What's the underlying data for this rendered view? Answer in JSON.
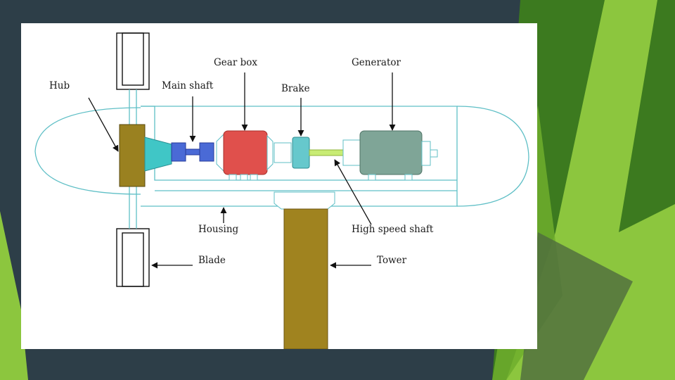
{
  "colors": {
    "background": "#2d3e48",
    "accent_green_light": "#8cc63e",
    "accent_green_dark": "#3c7a1f",
    "outline": "#5fbfc6",
    "gearbox": "#e0504c",
    "generator": "#7fa597",
    "hub": "#9a8120",
    "tower": "#a0831f",
    "brake": "#66c8cc",
    "main_shaft": "#4a6ad6",
    "high_speed_shaft": "#c8ec74"
  },
  "diagram": {
    "labels": {
      "hub": "Hub",
      "main_shaft": "Main shaft",
      "gear_box": "Gear box",
      "brake": "Brake",
      "generator": "Generator",
      "housing": "Housing",
      "high_speed_shaft": "High speed shaft",
      "blade": "Blade",
      "tower": "Tower"
    }
  }
}
